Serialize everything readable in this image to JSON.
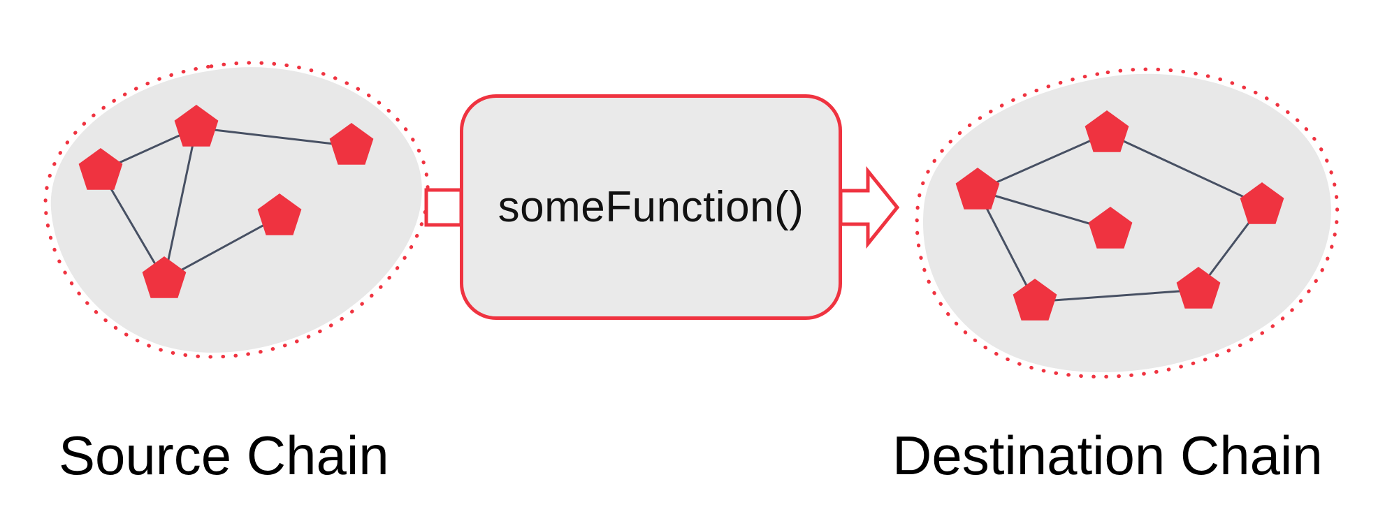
{
  "diagram": {
    "function_box": {
      "label": "someFunction()"
    },
    "source_chain": {
      "label": "Source Chain",
      "node_count": 5
    },
    "destination_chain": {
      "label": "Destination Chain",
      "node_count": 6
    },
    "colors": {
      "accent_red": "#EF3340",
      "blob_gray": "#E8E8E8",
      "edge_line": "#475063",
      "box_fill": "#EAEAEA",
      "text": "#000000"
    }
  }
}
